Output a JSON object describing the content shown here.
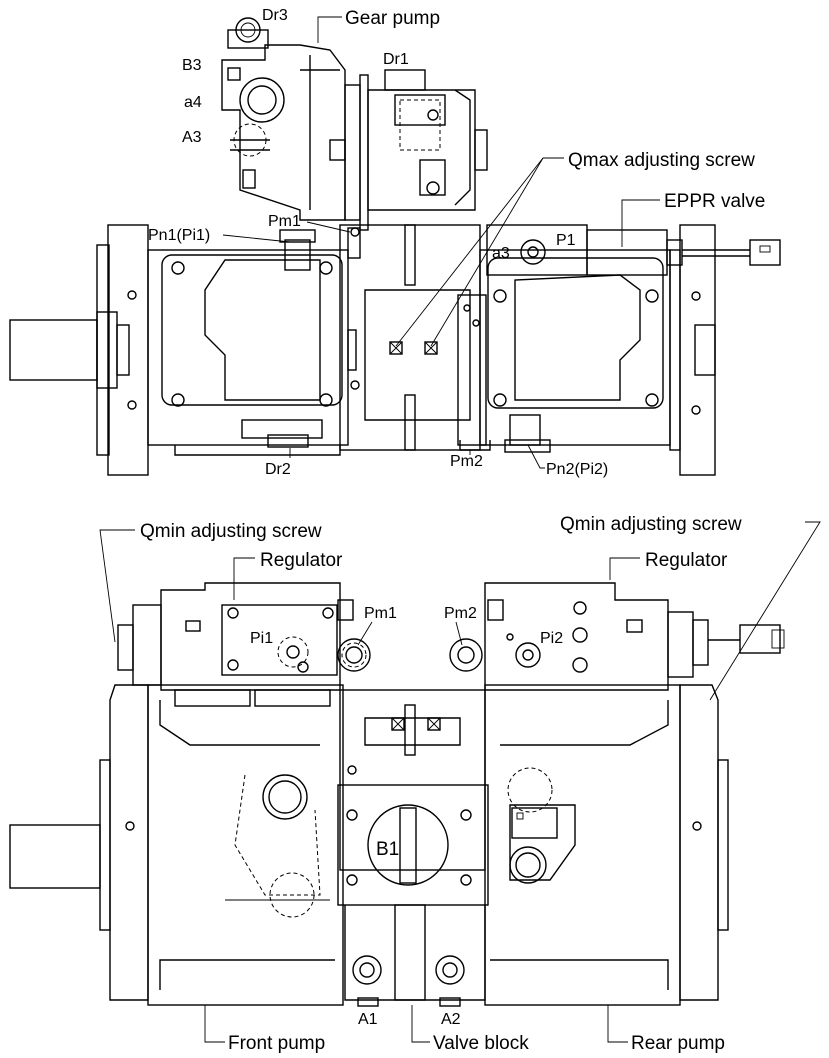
{
  "labels": {
    "gear_pump": "Gear pump",
    "dr3": "Dr3",
    "dr1": "Dr1",
    "b3": "B3",
    "a4": "a4",
    "a3_top": "A3",
    "qmax": "Qmax adjusting screw",
    "eppr": "EPPR valve",
    "pn1": "Pn1(Pi1)",
    "pm1_top": "Pm1",
    "a3_small": "a3",
    "p1": "P1",
    "dr2": "Dr2",
    "pm2_top": "Pm2",
    "pn2": "Pn2(Pi2)",
    "qmin_left": "Qmin adjusting screw",
    "qmin_right": "Qmin adjusting screw",
    "regulator_left": "Regulator",
    "regulator_right": "Regulator",
    "pi1": "Pi1",
    "pm1_bottom": "Pm1",
    "pm2_bottom": "Pm2",
    "pi2": "Pi2",
    "b1": "B1",
    "a1": "A1",
    "a2": "A2",
    "front_pump": "Front pump",
    "valve_block": "Valve block",
    "rear_pump": "Rear pump"
  }
}
